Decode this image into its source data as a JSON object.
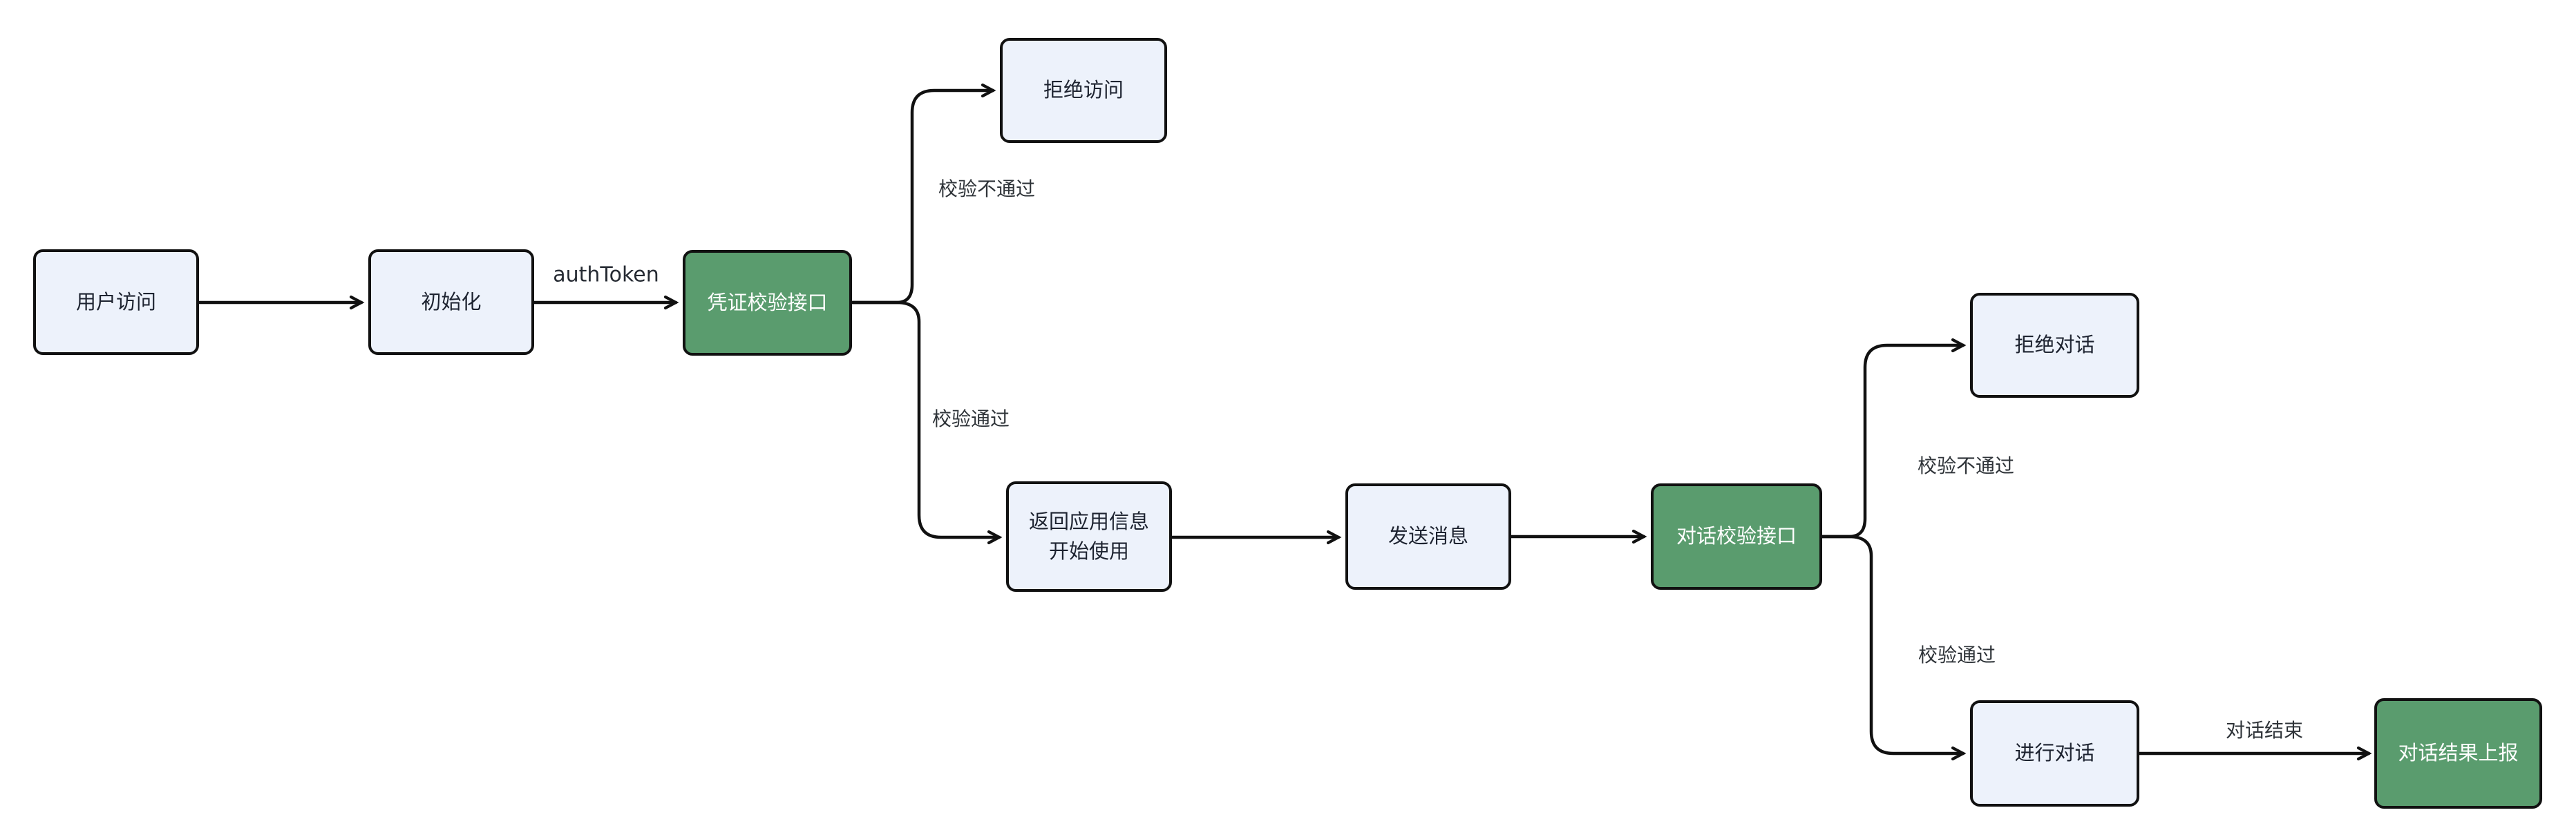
{
  "diagram": {
    "type": "flowchart",
    "direction": "left-to-right",
    "colors": {
      "background": "#ffffff",
      "node_fill": "#edf2fb",
      "node_border": "#111111",
      "node_text": "#1d2330",
      "accent_fill": "#5a9c6e",
      "accent_text": "#ffffff",
      "edge_stroke": "#111111",
      "edge_label_text": "#2e3338"
    },
    "nodes": [
      {
        "id": "user-access",
        "label": "用户访问",
        "variant": "default"
      },
      {
        "id": "init",
        "label": "初始化",
        "variant": "default"
      },
      {
        "id": "credential-verify-api",
        "label": "凭证校验接口",
        "variant": "accent"
      },
      {
        "id": "deny-access",
        "label": "拒绝访问",
        "variant": "default"
      },
      {
        "id": "return-app-info",
        "label": "返回应用信息\n开始使用",
        "variant": "default"
      },
      {
        "id": "send-message",
        "label": "发送消息",
        "variant": "default"
      },
      {
        "id": "dialog-verify-api",
        "label": "对话校验接口",
        "variant": "accent"
      },
      {
        "id": "deny-dialog",
        "label": "拒绝对话",
        "variant": "default"
      },
      {
        "id": "proceed-dialog",
        "label": "进行对话",
        "variant": "default"
      },
      {
        "id": "report-dialog-result",
        "label": "对话结果上报",
        "variant": "accent"
      }
    ],
    "edges": [
      {
        "from": "user-access",
        "to": "init",
        "label": ""
      },
      {
        "from": "init",
        "to": "credential-verify-api",
        "label": "authToken"
      },
      {
        "from": "credential-verify-api",
        "to": "deny-access",
        "label": "校验不通过"
      },
      {
        "from": "credential-verify-api",
        "to": "return-app-info",
        "label": "校验通过"
      },
      {
        "from": "return-app-info",
        "to": "send-message",
        "label": ""
      },
      {
        "from": "send-message",
        "to": "dialog-verify-api",
        "label": ""
      },
      {
        "from": "dialog-verify-api",
        "to": "deny-dialog",
        "label": "校验不通过"
      },
      {
        "from": "dialog-verify-api",
        "to": "proceed-dialog",
        "label": "校验通过"
      },
      {
        "from": "proceed-dialog",
        "to": "report-dialog-result",
        "label": "对话结束"
      }
    ]
  }
}
